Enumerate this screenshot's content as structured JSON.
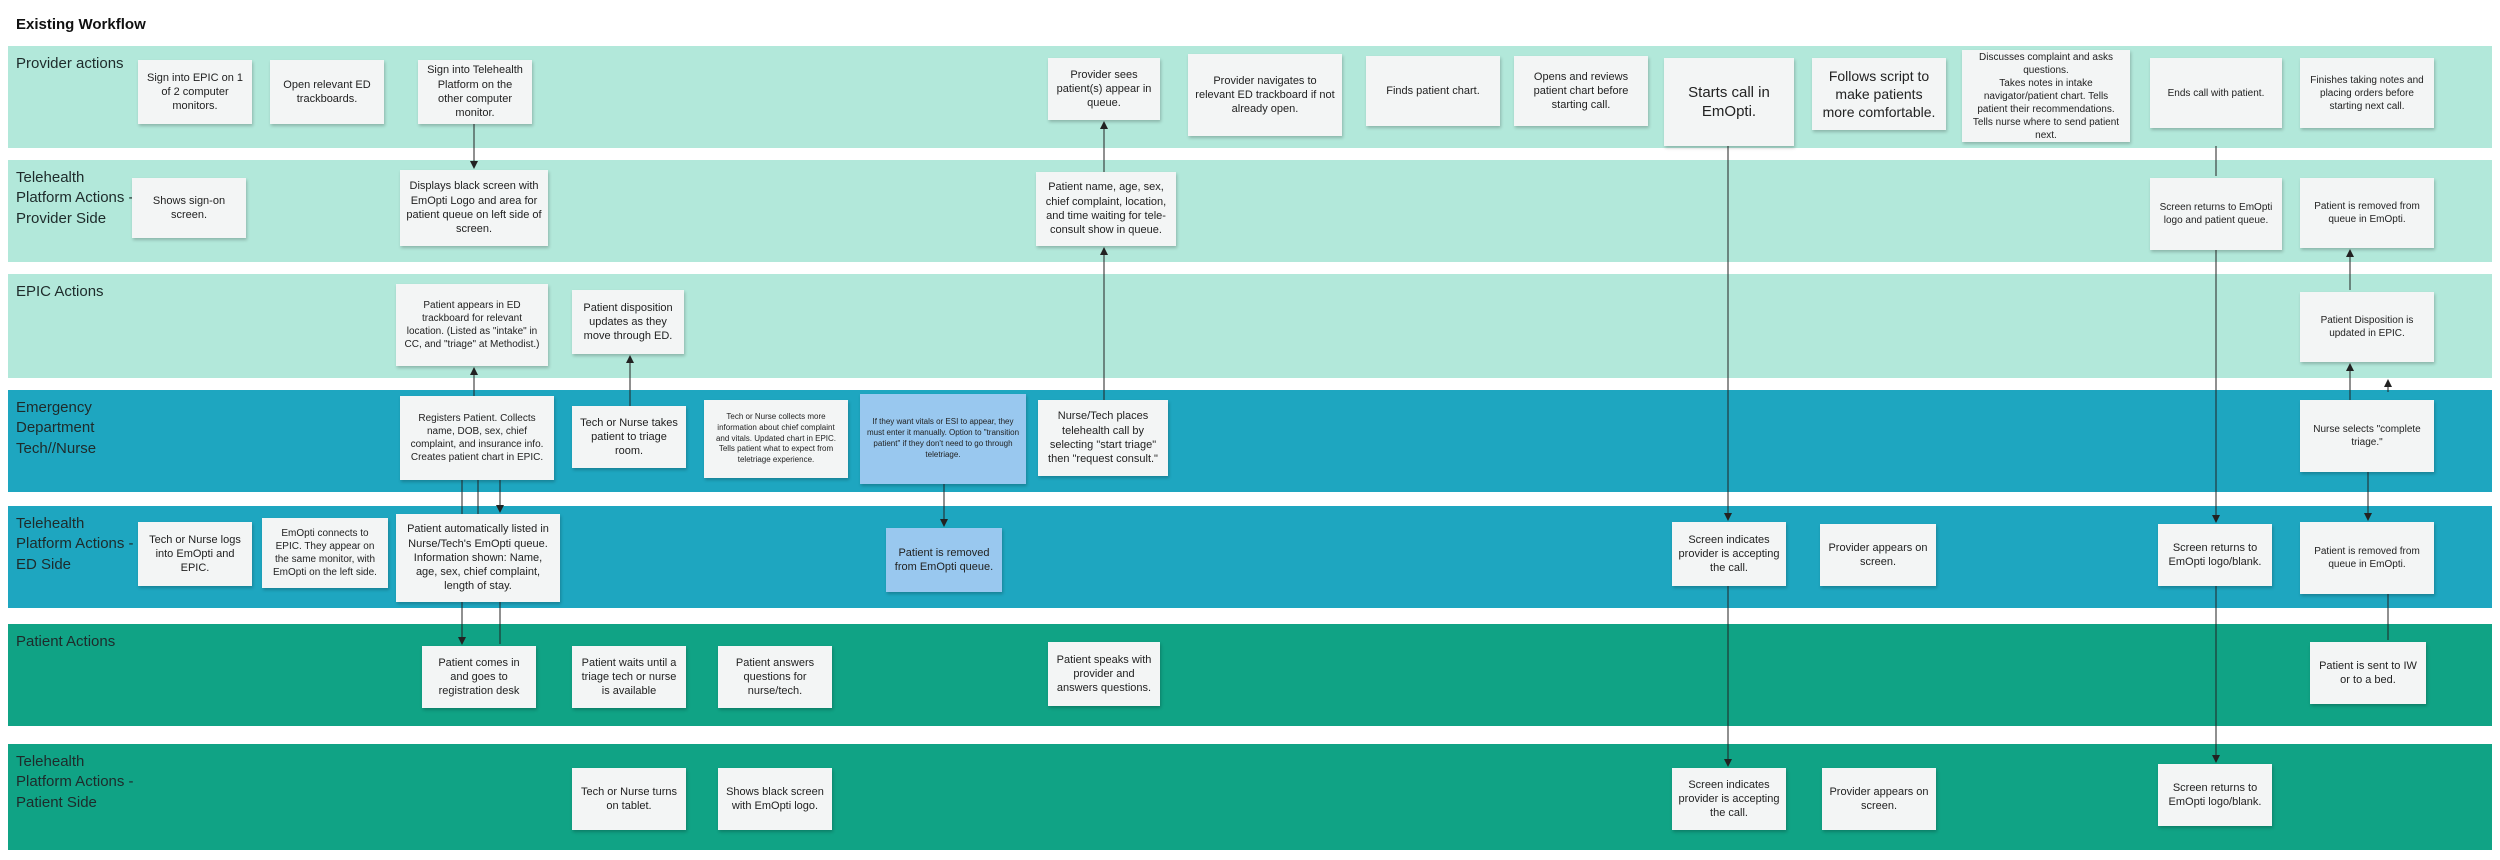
{
  "title": "Existing Workflow",
  "colors": {
    "lane_light": "#b2e8da",
    "lane_blue": "#1ea6c0",
    "lane_teal": "#10a385",
    "note": "#f3f5f5",
    "note_highlight": "#99c8ef",
    "arrow": "#222222"
  },
  "lanes": {
    "provider": "Provider actions",
    "tele_provider": "Telehealth Platform Actions - Provider Side",
    "epic": "EPIC Actions",
    "ed": "Emergency Department Tech//Nurse",
    "tele_ed": "Telehealth Platform Actions - ED Side",
    "patient": "Patient Actions",
    "tele_patient": "Telehealth Platform Actions - Patient Side"
  },
  "notes": {
    "p1": "Sign into EPIC on 1 of 2 computer monitors.",
    "p2": "Open relevant ED trackboards.",
    "p3": "Sign into Telehealth Platform on the other computer monitor.",
    "p4": "Provider sees patient(s) appear in queue.",
    "p5": "Provider navigates to relevant ED trackboard if not already open.",
    "p6": "Finds   patient chart.",
    "p7": "Opens and reviews patient chart before starting call.",
    "p8": "Starts call in EmOpti.",
    "p9": "Follows script to make patients more comfortable.",
    "p10": "Discusses  complaint and asks questions.\nTakes notes in intake navigator/patient chart. Tells patient their recommendations. Tells nurse where to send patient next.",
    "p11": "Ends call with patient.",
    "p12": "Finishes taking notes and placing orders before starting next call.",
    "tp1": "Shows sign-on screen.",
    "tp2": "Displays black screen with EmOpti Logo and area for patient queue on left side of screen.",
    "tp3": "Patient name, age, sex, chief complaint, location, and time waiting for tele-consult show in queue.",
    "tp4": "Screen returns to EmOpti logo and patient queue.",
    "tp5": "Patient is removed from queue in EmOpti.",
    "e1": "Patient appears in ED trackboard for relevant location. (Listed as \"intake\" in CC, and \"triage\" at Methodist.)",
    "e2": "Patient disposition updates as they move through ED.",
    "e3": "Patient Disposition is updated in EPIC.",
    "d1": "Registers Patient. Collects name, DOB, sex, chief complaint, and insurance info. Creates patient chart in EPIC.",
    "d2": "Tech or Nurse takes patient to triage room.",
    "d3": "Tech or Nurse collects more information about chief complaint and vitals. Updated chart in EPIC. Tells patient what to expect from teletriage experience.",
    "d4": "If they want vitals or ESI to appear, they must enter it manually. Option to \"transition patient\" if they don't need to go through teletriage.",
    "d5": "Nurse/Tech places telehealth call by selecting \"start triage\" then \"request consult.\"",
    "d6": "Nurse selects \"complete triage.\"",
    "te1": "Tech or Nurse logs into EmOpti and EPIC.",
    "te2": "EmOpti connects to EPIC. They appear on the same monitor, with EmOpti on the left side.",
    "te3": "Patient automatically listed in Nurse/Tech's EmOpti queue. Information shown: Name, age, sex, chief complaint, length of stay.",
    "te4": "Patient is removed from EmOpti queue.",
    "te5": "Screen indicates provider is accepting the call.",
    "te6": "Provider appears on screen.",
    "te7": "Screen returns to EmOpti logo/blank.",
    "te8": "Patient is removed from queue in EmOpti.",
    "pa1": "Patient comes in and goes to registration desk",
    "pa2": "Patient waits until a triage tech or nurse is available",
    "pa3": "Patient answers questions for nurse/tech.",
    "pa4": "Patient speaks with provider and answers questions.",
    "pa5": "Patient is sent  to IW or to a bed.",
    "ps1": "Tech or Nurse turns on tablet.",
    "ps2": "Shows black screen with EmOpti logo.",
    "ps3": "Screen indicates provider is accepting the call.",
    "ps4": "Provider appears on screen.",
    "ps5": "Screen returns to EmOpti logo/blank."
  }
}
